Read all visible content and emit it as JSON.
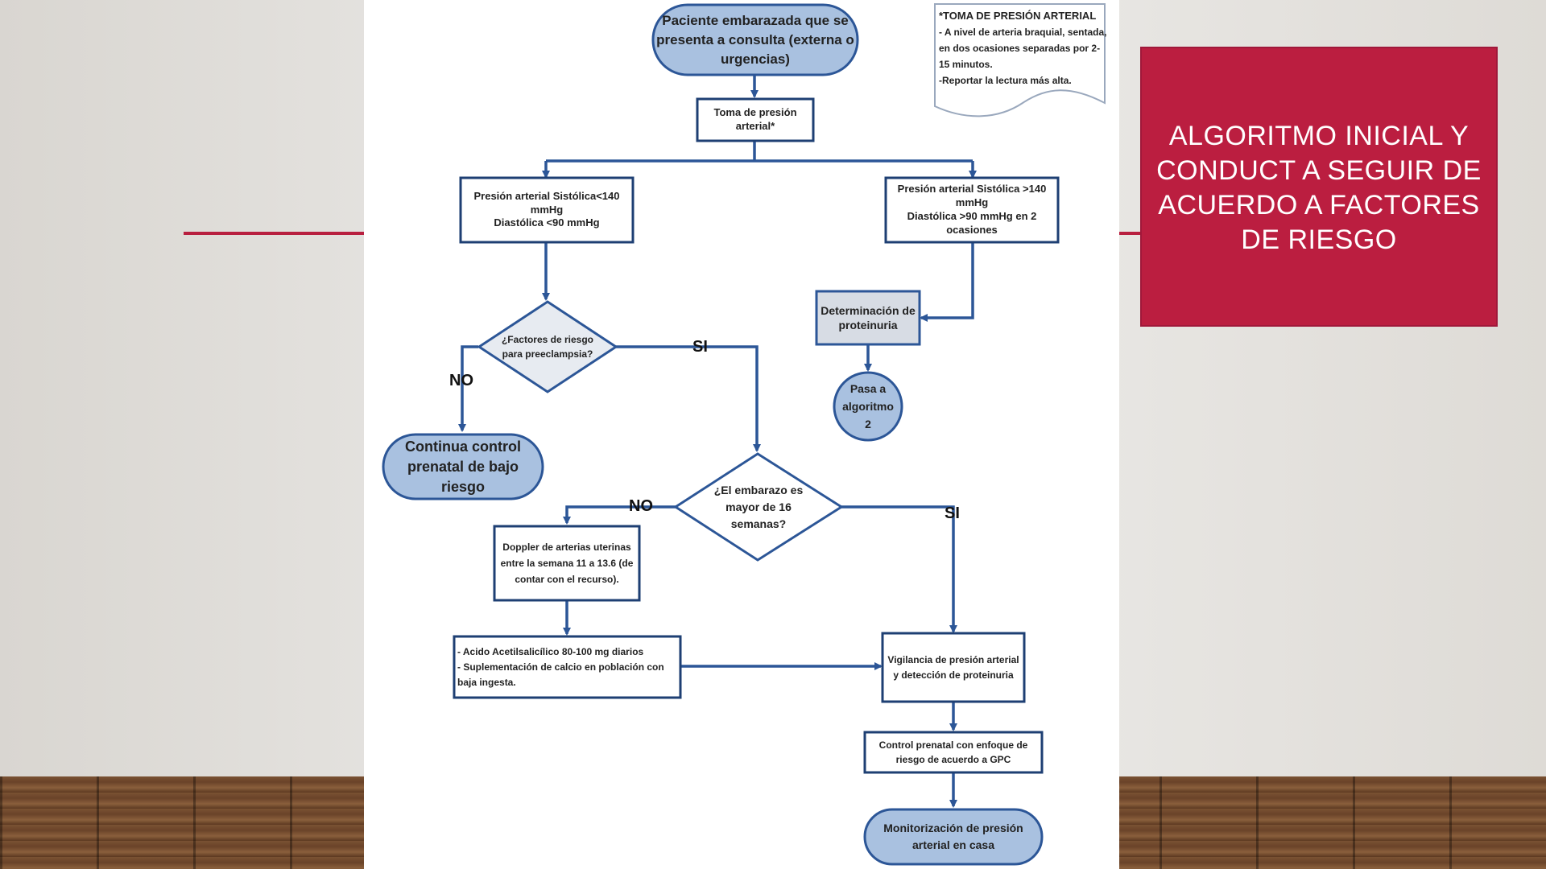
{
  "slide": {
    "title": "ALGORITMO INICIAL Y CONDUCT A SEGUIR DE ACUERDO A FACTORES DE RIESGO"
  },
  "colors": {
    "accent": "#bb1e40",
    "node_fill": "#a9c1e0",
    "line": "#2c5697"
  },
  "flowchart": {
    "note": {
      "title": "*TOMA DE PRESIÓN ARTERIAL",
      "body": "- A nivel de arteria braquial, sentada, en dos ocasiones separadas por 2-15 minutos.\n-Reportar la lectura más alta."
    },
    "nodes": {
      "start": "Paciente embarazada que se presenta a consulta (externa o urgencias)",
      "toma": "Toma de presión arterial*",
      "presion_baja": "Presión arterial Sistólica<140 mmHg\nDiastólica <90 mmHg",
      "presion_alta": "Presión arterial Sistólica >140 mmHg\nDiastólica >90 mmHg en 2 ocasiones",
      "proteinuria": "Determinación de proteinuria",
      "algoritmo2": "Pasa a algoritmo 2",
      "factores": "¿Factores de riesgo para preeclampsia?",
      "bajo_riesgo": "Continua control prenatal de bajo riesgo",
      "embarazo": "¿El embarazo es mayor de 16 semanas?",
      "doppler": "Doppler de arterias uterinas entre la semana 11 a 13.6 (de contar con el recurso).",
      "acido": "- Acido Acetilsalicílico 80-100 mg diarios\n- Suplementación de calcio en población con baja ingesta.",
      "vigilancia": "Vigilancia de presión arterial y detección de proteinuria",
      "control": "Control prenatal con enfoque de riesgo de acuerdo a GPC",
      "monitorizacion": "Monitorización de presión arterial en casa"
    },
    "labels": {
      "factores_no": "NO",
      "factores_si": "SI",
      "embarazo_no": "NO",
      "embarazo_si": "SI"
    }
  }
}
